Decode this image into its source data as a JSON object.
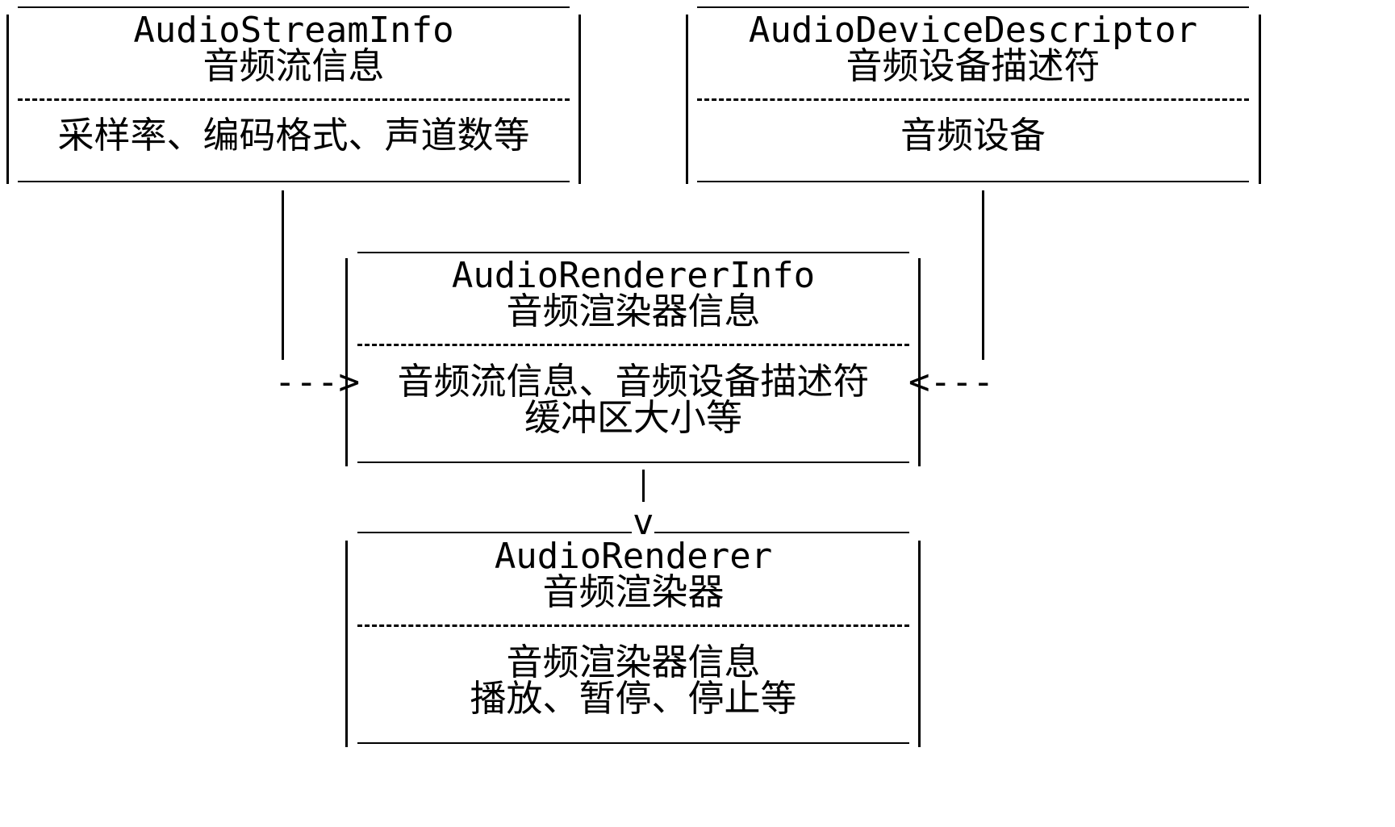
{
  "boxes": {
    "stream_info": {
      "title": "AudioStreamInfo",
      "subtitle": "音频流信息",
      "body": [
        "采样率、编码格式、声道数等"
      ]
    },
    "device_descriptor": {
      "title": "AudioDeviceDescriptor",
      "subtitle": "音频设备描述符",
      "body": [
        "音频设备"
      ]
    },
    "renderer_info": {
      "title": "AudioRendererInfo",
      "subtitle": "音频渲染器信息",
      "body": [
        "音频流信息、音频设备描述符",
        "缓冲区大小等"
      ]
    },
    "renderer": {
      "title": "AudioRenderer",
      "subtitle": "音频渲染器",
      "body": [
        "音频渲染器信息",
        "播放、暂停、停止等"
      ]
    }
  },
  "connectors": {
    "left_arrow": "--->",
    "right_arrow": "<---",
    "down_arrow": "v"
  }
}
